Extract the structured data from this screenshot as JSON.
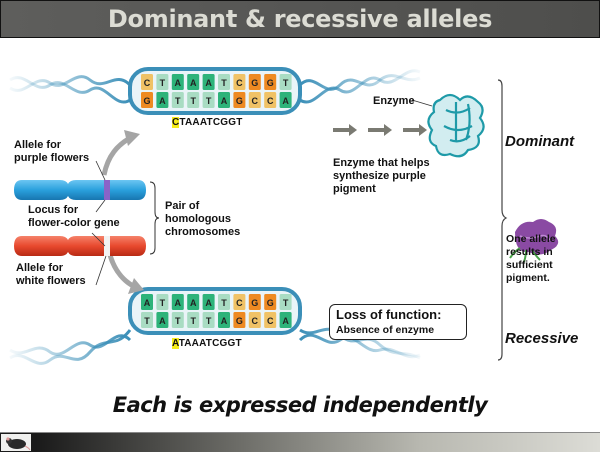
{
  "slide": {
    "title": "Dominant & recessive alleles",
    "tagline": "Each is expressed independently"
  },
  "diagram": {
    "labels": {
      "allele_purple": [
        "Allele for",
        "purple flowers"
      ],
      "locus": [
        "Locus for",
        "flower-color gene"
      ],
      "allele_white": [
        "Allele for",
        "white flowers"
      ],
      "pair": [
        "Pair of",
        "homologous",
        "chromosomes"
      ],
      "enzyme": "Enzyme",
      "enzyme_desc": [
        "Enzyme that helps",
        "synthesize purple",
        "pigment"
      ],
      "one_allele": [
        "One allele",
        "results in",
        "sufficient",
        "pigment."
      ],
      "dominant": "Dominant",
      "recessive": "Recessive"
    },
    "loss_box": {
      "title": "Loss of function:",
      "subtitle": "Absence of enzyme"
    },
    "dna_top": {
      "top_strand": [
        "C",
        "T",
        "A",
        "A",
        "A",
        "T",
        "C",
        "G",
        "G",
        "T"
      ],
      "bottom_strand": [
        "G",
        "A",
        "T",
        "T",
        "T",
        "A",
        "G",
        "C",
        "C",
        "A"
      ],
      "sequence_first": "C",
      "sequence_rest": "TAAATCGGT"
    },
    "dna_bottom": {
      "top_strand": [
        "A",
        "T",
        "A",
        "A",
        "A",
        "T",
        "C",
        "G",
        "G",
        "T"
      ],
      "bottom_strand": [
        "T",
        "A",
        "T",
        "T",
        "T",
        "A",
        "G",
        "C",
        "C",
        "A"
      ],
      "sequence_first": "A",
      "sequence_rest": "TAAATCGGT"
    },
    "colors": {
      "A": "#2db37a",
      "T": "#a9dcc3",
      "C": "#f0c266",
      "G": "#ee8a22",
      "chromosome_purple": "#2aa0dd",
      "chromosome_white": "#e8492e",
      "dna_blue": "#3b8fb8",
      "enzyme": "#1e9aa8",
      "flower": "#8a4aa3",
      "highlight": "#f6ec1a"
    }
  }
}
